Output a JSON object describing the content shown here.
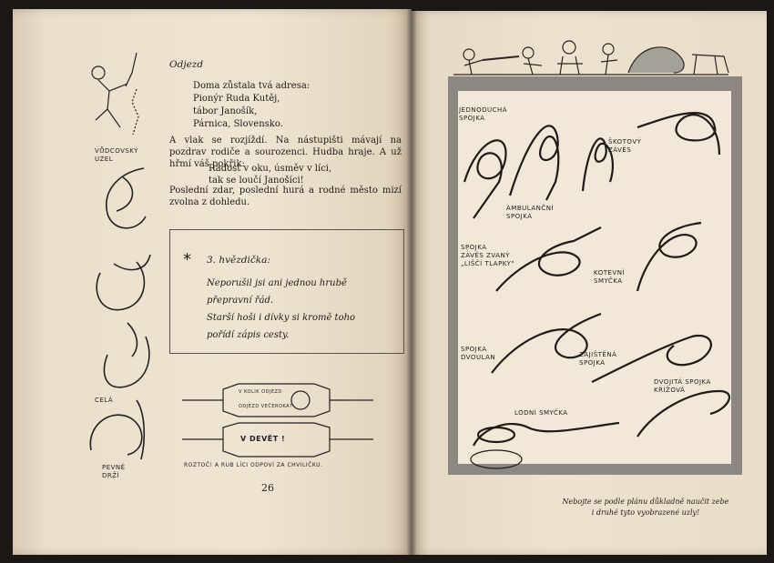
{
  "left_page": {
    "section_title": "Odjezd",
    "address": [
      "Doma zůstala tvá adresa:",
      "Pionýr Ruda Kutěj,",
      "tábor Janošík,",
      "Párnica, Slovensko."
    ],
    "paragraph1": "A vlak se rozjíždí. Na nástupišti mávají na pozdrav rodiče a sourozenci. Hudba hraje. A už hřmí váš pokřik:",
    "poem": [
      "Radost v oku, úsměv v líci,",
      "tak se loučí Janošíci!"
    ],
    "paragraph2": "Poslední zdar, poslední hurá a rodné město mizí zvolna z dohledu.",
    "box": {
      "star": "*",
      "title": "3. hvězdička:",
      "lines": [
        "Neporušil jsi ani jednou hrubě",
        "přepravní řád.",
        "Starší hoši i dívky si kromě toho",
        "pořídí zápis cesty."
      ]
    },
    "labels": {
      "vudcovsky": "VŮDCOVSKÝ\nUZEL",
      "cela": "CELÁ",
      "pevne": "PEVNĚ\nDRŽÍ",
      "roztoc": "ROZTOČ!   A RUB LÍCI ODPOVÍ ZA CHVILIČKU.",
      "card_top1": "V KOLIK ODJEZD",
      "card_top2": "ODJEZD VEČEROKA?",
      "card_bottom": "V DEVĚT !"
    },
    "page_number": "26"
  },
  "right_page": {
    "knot_labels": {
      "jednoducha": "JEDNODUCHÁ\nSPOJKA",
      "skotovy": "ŠKOTOVÝ\nZÁVĚS",
      "ambulancni": "AMBULANČNÍ\nSPOJKA",
      "spojka_zaves": "SPOJKA\nZÁVĚS ZVANÝ\n„LIŠČÍ TLAPKY\"",
      "kotevni": "KOTEVNÍ\nSMYČKA",
      "spojka_dvoulan": "SPOJKA\nDVOULAN",
      "zajistena": "ZAJIŠTĚNÁ\nSPOJKA",
      "dvojita": "DVOJITÁ SPOJKA\nKŘÍŽOVÁ",
      "lodni": "LODNÍ SMYČKA"
    },
    "caption": [
      "Nebojte se podle plánu důkladně naučit zebe",
      "i druhé tyto vyobrazené uzly!"
    ]
  },
  "colors": {
    "paper": "#efe5d3",
    "ink": "#1e1b18",
    "frame_gray": "#8c8782",
    "background": "#1a1714"
  }
}
